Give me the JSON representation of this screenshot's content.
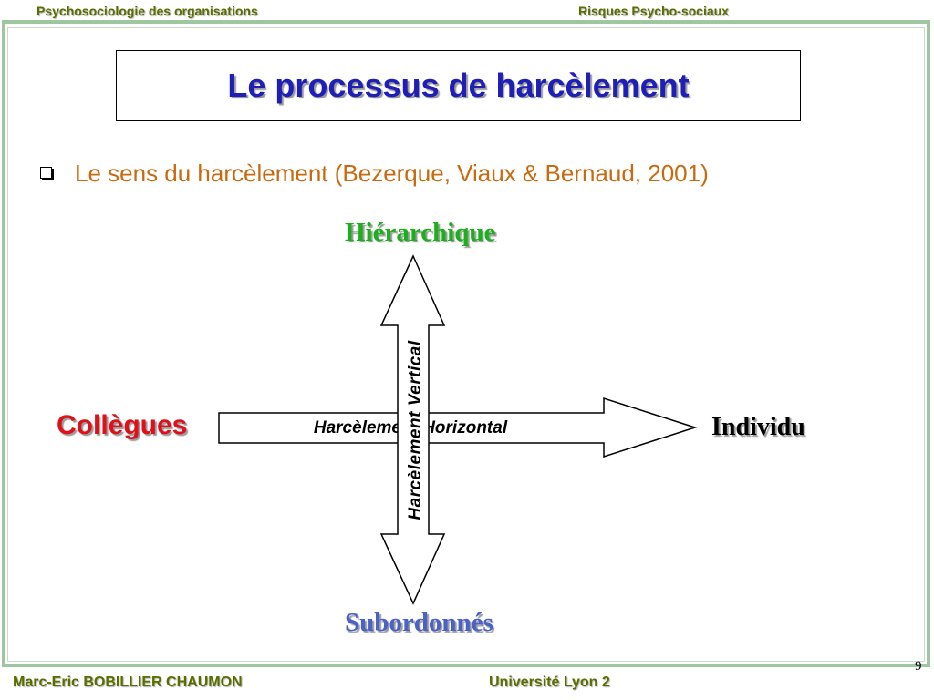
{
  "header": {
    "left": "Psychosociologie des organisations",
    "right": "Risques Psycho-sociaux"
  },
  "title": "Le processus de harcèlement",
  "bullet": "Le sens du harcèlement (Bezerque, Viaux & Bernaud, 2001)",
  "diagram": {
    "top_label": "Hiérarchique",
    "left_label": "Collègues",
    "right_label": "Individu",
    "bottom_label": "Subordonnés",
    "horizontal_arrow_label": "Harcèlement Horizontal",
    "vertical_arrow_label": "Harcèlement Vertical"
  },
  "footer": {
    "left": "Marc-Eric BOBILLIER CHAUMON",
    "center": "Université Lyon 2",
    "page_number": "9"
  }
}
